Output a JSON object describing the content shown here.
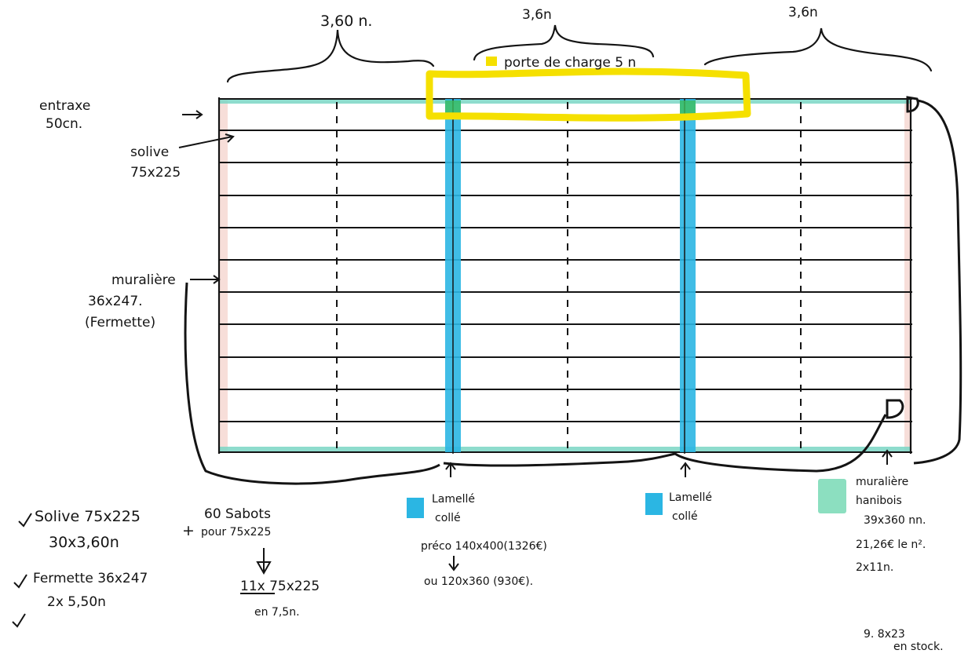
{
  "dimensions": {
    "left_span": "3,60 n.",
    "middle_span": "3,6n",
    "right_span": "3,6n"
  },
  "labels": {
    "porte_charge": "porte de charge 5 n",
    "entraxe_line1": "entraxe",
    "entraxe_line2": "50cn.",
    "solive_line1": "solive",
    "solive_line2": "75x225",
    "muraliere_line1": "muralière",
    "muraliere_line2": "36x247.",
    "muraliere_line3": "(Fermette)",
    "lamelle_left_line1": "Lamellé",
    "lamelle_left_line2": "collé",
    "lamelle_right_line1": "Lamellé",
    "lamelle_right_line2": "collé",
    "mur_hani_line1": "muralière",
    "mur_hani_line2": "hanibois",
    "mur_hani_line3": "39x360 nn.",
    "mur_hani_line4": "21,26€ le n².",
    "mur_hani_line5": "2x11n."
  },
  "notes": {
    "solive_line1": "Solive 75x225",
    "solive_line2": "30x3,60n",
    "plus_sign": "+",
    "sabots_line1": "60 Sabots",
    "sabots_line2": "pour 75x225",
    "fermette_line1": "Fermette 36x247",
    "fermette_line2": "2x 5,50n",
    "alt_line1": "11x 75x225",
    "alt_line2": "en 7,5n.",
    "preco_line1": "préco 140x400(1326€)",
    "preco_line2": "ou 120x360 (930€).",
    "stock_line1": "9. 8x23",
    "stock_line2": "en stock."
  },
  "colors": {
    "ink": "#141414",
    "yellow_highlight": "#f5e000",
    "cyan_beam": "#2bb6e3",
    "teal_border": "#7ad6c4",
    "green_overlap": "#3fbf5a",
    "pink_edge": "#f1c8c0",
    "mint_swatch": "#78d9b5"
  }
}
